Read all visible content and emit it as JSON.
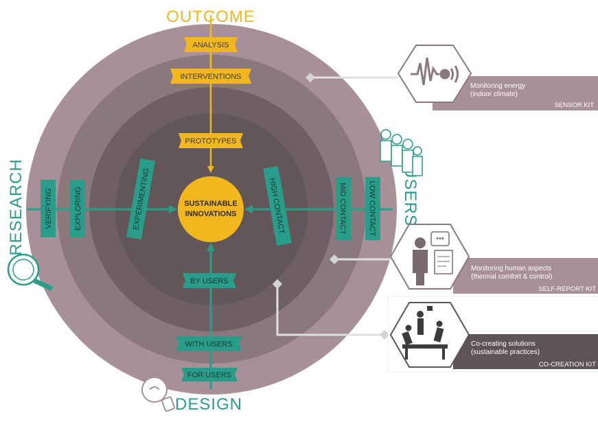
{
  "axes": {
    "outcome": "OUTCOME",
    "research": "RESEARCH",
    "users": "USERS",
    "design": "DESIGN"
  },
  "center": {
    "line1": "SUSTAINABLE",
    "line2": "INNOVATIONS"
  },
  "outcome_labels": [
    "ANALYSIS",
    "INTERVENTIONS",
    "PROTOTYPES"
  ],
  "research_labels": [
    "VERIFYING",
    "EXPLORING",
    "EXPERIMENTING"
  ],
  "users_labels": [
    "HIGH CONTACT",
    "MID CONTACT",
    "LOW CONTACT"
  ],
  "design_labels": [
    "BY USERS",
    "WITH USERS",
    "FOR USERS"
  ],
  "kits": [
    {
      "title": "Monitoring energy",
      "subtitle": "(indoor climate)",
      "kit": "SENSOR KIT",
      "icon": "sensor-wave-icon"
    },
    {
      "title": "Monitoring human aspects",
      "subtitle": "(thermal comfort & control)",
      "kit": "SELF-REPORT KIT",
      "icon": "person-clipboard-icon"
    },
    {
      "title": "Co-creating solutions",
      "subtitle": "(sustainable practices)",
      "kit": "CO-CREATION KIT",
      "icon": "group-meeting-icon"
    }
  ],
  "colors": {
    "outer_ring": "#a89099",
    "mid_ring": "#8a787c",
    "inner_ring": "#6d5f63",
    "core": "#5a4e52",
    "center_circle": "#f2b71d",
    "outcome_accent": "#f2b71d",
    "research_accent": "#2a9d8a",
    "kit_band": "#a89099",
    "kit_band_dark": "#5e5357"
  }
}
